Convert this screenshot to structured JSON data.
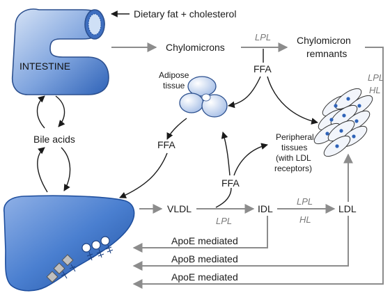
{
  "diagram": {
    "labels": {
      "intestine": "INTESTINE",
      "dietary_input": "Dietary fat + cholesterol",
      "chylomicrons": "Chylomicrons",
      "chylomicron_remnants_line1": "Chylomicron",
      "chylomicron_remnants_line2": "remnants",
      "ffa_top": "FFA",
      "adipose_line1": "Adipose",
      "adipose_line2": "tissue",
      "ffa_left": "FFA",
      "bile_acids": "Bile acids",
      "peripheral_line1": "Peripheral",
      "peripheral_line2": "tissues",
      "peripheral_line3": "(with LDL",
      "peripheral_line4": "receptors)",
      "ffa_mid": "FFA",
      "vldl": "VLDL",
      "idl": "IDL",
      "ldl": "LDL",
      "apoe_mediated_1": "ApoE mediated",
      "apob_mediated": "ApoB mediated",
      "apoe_mediated_2": "ApoE mediated"
    },
    "enzymes": {
      "lpl_top": "LPL",
      "lpl_right": "LPL",
      "hl_right": "HL",
      "lpl_vldl": "LPL",
      "lpl_idl": "LPL",
      "hl_idl": "HL"
    },
    "colors": {
      "organ_blue": "#4a7fd0",
      "organ_light": "#c9d9f2",
      "flow_gray": "#8c8c8c",
      "enzyme_gray": "#7a7a7a",
      "text": "#1a1a1a"
    }
  }
}
